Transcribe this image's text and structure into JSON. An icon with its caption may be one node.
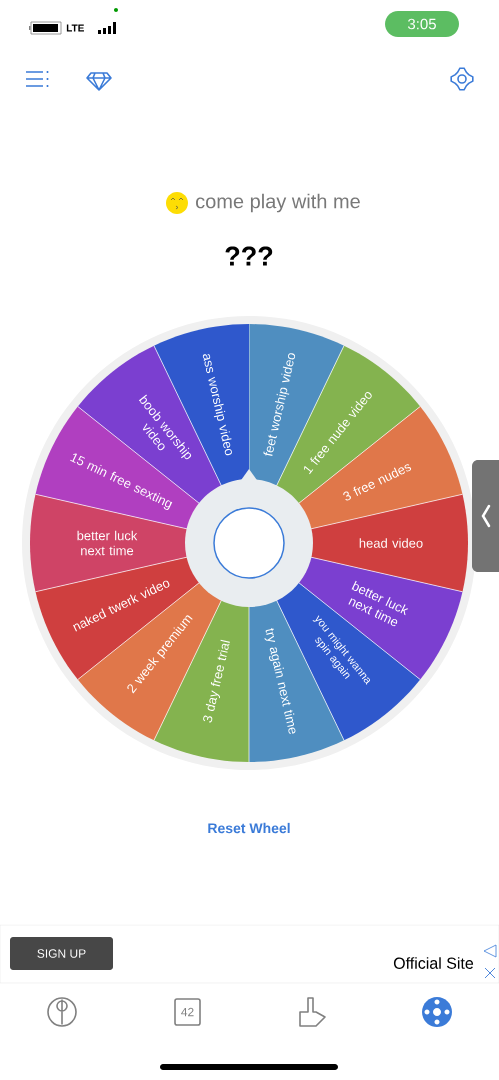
{
  "diagram": {
    "title": "come play with me",
    "nodes": [
      {
        "text": [
          "feet worship video"
        ]
      },
      {
        "text": [
          "1 free nude video"
        ]
      },
      {
        "text": [
          "3 free nudes"
        ]
      },
      {
        "text": [
          "head video"
        ]
      },
      {
        "text": [
          "better luck next time"
        ]
      },
      {
        "text": [
          "you might wanna spin again"
        ]
      },
      {
        "text": [
          "try again next time"
        ]
      },
      {
        "text": [
          "3 day free trial"
        ]
      },
      {
        "text": [
          "2 week premium"
        ]
      },
      {
        "text": [
          "naked twerk video"
        ]
      },
      {
        "text": [
          "better luck next time"
        ]
      },
      {
        "text": [
          "15 min free sexting"
        ]
      },
      {
        "text": [
          "boob worship video"
        ]
      },
      {
        "text": [
          "ass worship video"
        ]
      }
    ],
    "labels": [
      "3:05",
      "LTE",
      "???",
      "Reset Wheel",
      "Official Site",
      "SIGN UP",
      "42"
    ]
  }
}
